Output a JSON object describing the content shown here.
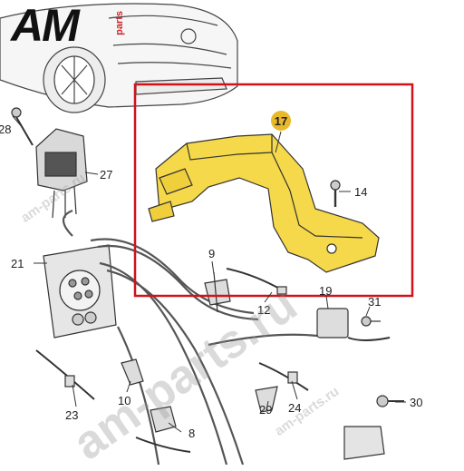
{
  "logo": {
    "brand": "AM",
    "suffix": "parts"
  },
  "watermarks": {
    "main": "am-parts.ru",
    "side": "am-parts.ru"
  },
  "callouts": [
    {
      "id": "c17",
      "label": "17",
      "highlighted": true
    },
    {
      "id": "c14",
      "label": "14"
    },
    {
      "id": "c28",
      "label": "28"
    },
    {
      "id": "c27",
      "label": "27"
    },
    {
      "id": "c21",
      "label": "21"
    },
    {
      "id": "c9",
      "label": "9"
    },
    {
      "id": "c12",
      "label": "12"
    },
    {
      "id": "c19",
      "label": "19"
    },
    {
      "id": "c31",
      "label": "31"
    },
    {
      "id": "c10",
      "label": "10"
    },
    {
      "id": "c23",
      "label": "23"
    },
    {
      "id": "c24",
      "label": "24"
    },
    {
      "id": "c30",
      "label": "30"
    },
    {
      "id": "c29",
      "label": "29"
    },
    {
      "id": "c8",
      "label": "8"
    }
  ],
  "colors": {
    "highlight_box": "#d0121b",
    "part_fill": "#f5d94a",
    "badge": "#e8b92a",
    "line": "#333333"
  }
}
